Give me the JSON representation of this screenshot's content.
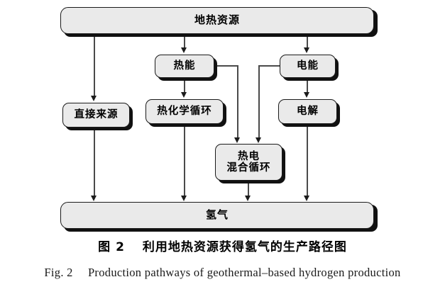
{
  "figure": {
    "caption_cn": "图 2　 利用地热资源获得氢气的生产路径图",
    "caption_en": "Fig. 2　 Production pathways of geothermal–based hydrogen production",
    "colors": {
      "node_fill": "#eaeaea",
      "node_border": "#1a1a1a",
      "shadow": "#111111",
      "connector": "#4a4a4a",
      "arrowhead": "#1c1c1c",
      "background": "#ffffff"
    }
  },
  "chart_data": {
    "type": "diagram",
    "title": "图 2 利用地热资源获得氢气的生产路径图",
    "nodes": [
      {
        "id": "geothermal",
        "label": "地热资源",
        "label_line1": "地热资源",
        "label_line2": ""
      },
      {
        "id": "direct",
        "label": "直接来源",
        "label_line1": "直接来源",
        "label_line2": ""
      },
      {
        "id": "thermal",
        "label": "热能",
        "label_line1": "热能",
        "label_line2": ""
      },
      {
        "id": "thermochem",
        "label": "热化学循环",
        "label_line1": "热化学循环",
        "label_line2": ""
      },
      {
        "id": "electric",
        "label": "电能",
        "label_line1": "电能",
        "label_line2": ""
      },
      {
        "id": "electrolysis",
        "label": "电解",
        "label_line1": "电解",
        "label_line2": ""
      },
      {
        "id": "hybrid",
        "label": "热电混合循环",
        "label_line1": "热电",
        "label_line2": "混合循环"
      },
      {
        "id": "hydrogen",
        "label": "氢气",
        "label_line1": "氢气",
        "label_line2": ""
      }
    ],
    "edges": [
      {
        "from": "geothermal",
        "to": "direct"
      },
      {
        "from": "geothermal",
        "to": "thermal"
      },
      {
        "from": "geothermal",
        "to": "electric"
      },
      {
        "from": "thermal",
        "to": "thermochem"
      },
      {
        "from": "thermal",
        "to": "hybrid"
      },
      {
        "from": "electric",
        "to": "electrolysis"
      },
      {
        "from": "electric",
        "to": "hybrid"
      },
      {
        "from": "direct",
        "to": "hydrogen"
      },
      {
        "from": "thermochem",
        "to": "hydrogen"
      },
      {
        "from": "hybrid",
        "to": "hydrogen"
      },
      {
        "from": "electrolysis",
        "to": "hydrogen"
      }
    ]
  }
}
